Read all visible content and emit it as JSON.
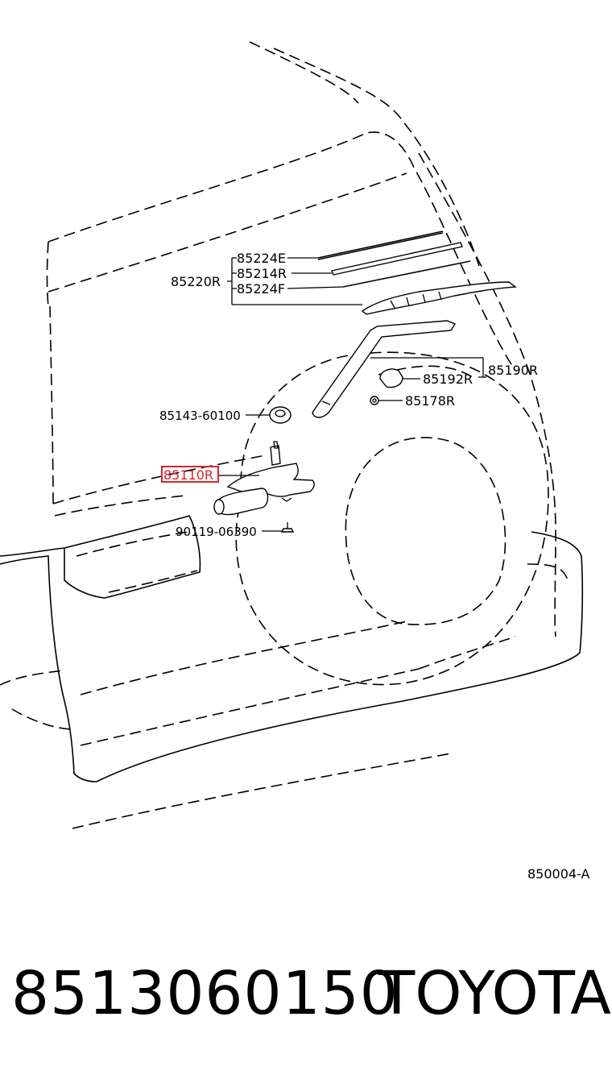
{
  "diagram": {
    "parts": {
      "blade_set": "85220R",
      "blade_rubber_upper": "85224E",
      "blade_refill": "85214R",
      "blade_rubber_lower": "85224F",
      "arm_assembly": "85190R",
      "arm_cap": "85192R",
      "arm_nut": "85178R",
      "grommet": "85143-60100",
      "motor": "85110R",
      "bolt": "90119-06390"
    },
    "highlighted_part": "85110R",
    "highlight_color": "#d9262c",
    "reference_code": "850004-A"
  },
  "caption": {
    "part_number": "8513060150",
    "brand": "TOYOTA"
  }
}
